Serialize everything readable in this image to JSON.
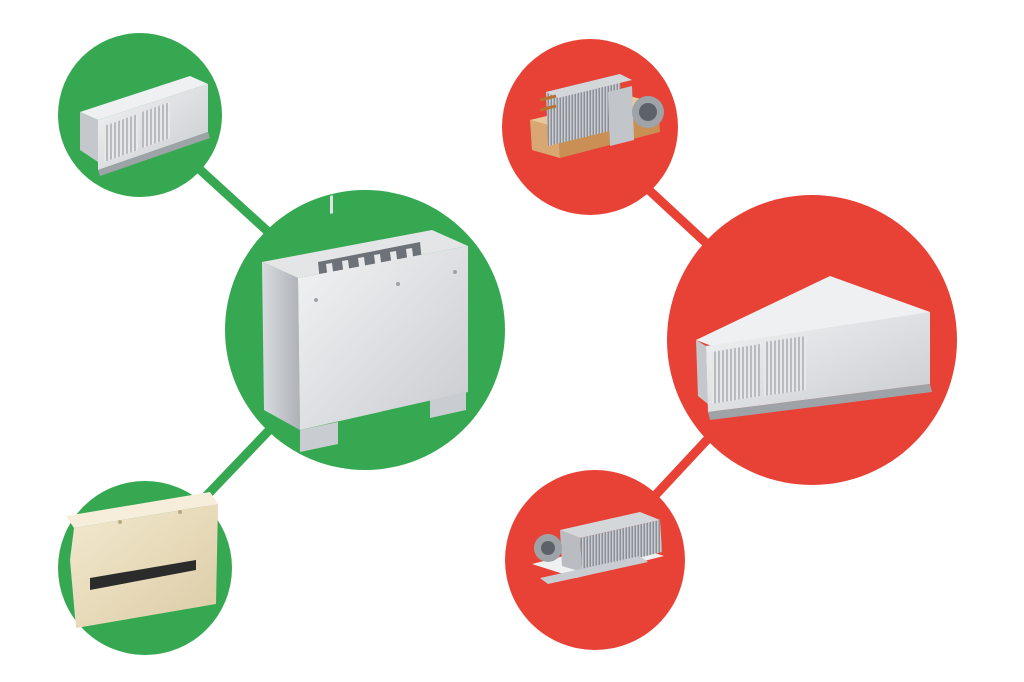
{
  "colors": {
    "green": "#37A852",
    "red": "#E84236",
    "background": "#FFFFFF"
  },
  "groups": [
    {
      "name": "green-cluster",
      "color": "#37A852",
      "nodes": [
        {
          "id": "g-top",
          "device": "ceiling-cassette-unit-icon"
        },
        {
          "id": "g-center",
          "device": "floor-standing-fan-coil-icon"
        },
        {
          "id": "g-bottom",
          "device": "wall-mounted-console-icon"
        }
      ]
    },
    {
      "name": "red-cluster",
      "color": "#E84236",
      "nodes": [
        {
          "id": "r-top",
          "device": "ducted-fan-coil-chassis-icon"
        },
        {
          "id": "r-center",
          "device": "ceiling-cassette-unit-icon"
        },
        {
          "id": "r-bottom",
          "device": "horizontal-concealed-unit-icon"
        }
      ]
    }
  ]
}
